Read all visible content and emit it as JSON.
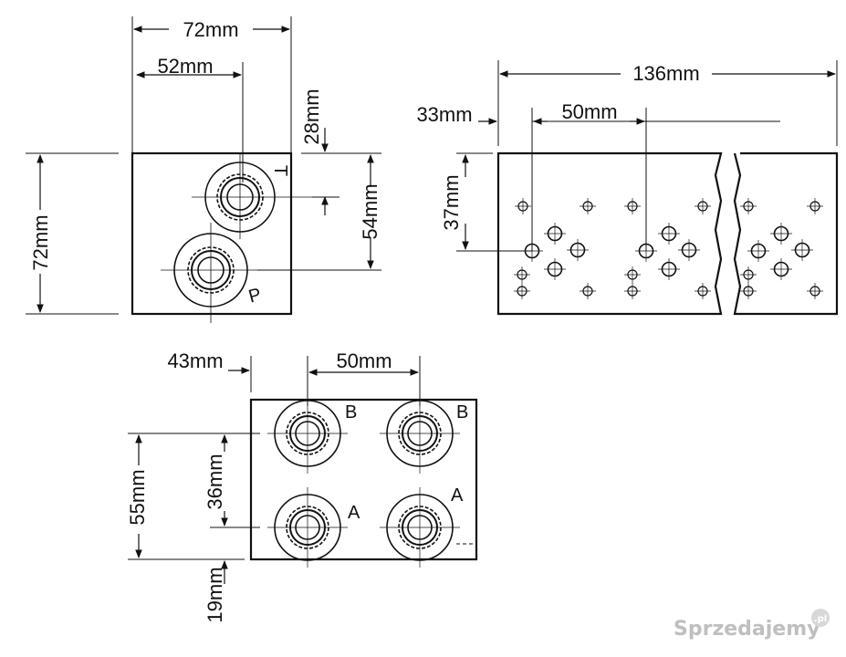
{
  "top_left_view": {
    "width_label": "72mm",
    "offset_label": "52mm",
    "height_label": "72mm",
    "t_offset_label": "28mm",
    "p_offset_label": "54mm",
    "port_t_label": "T",
    "port_p_label": "P"
  },
  "top_right_view": {
    "length_label": "136mm",
    "first_offset_label": "33mm",
    "pitch_label": "50mm",
    "height_label": "37mm"
  },
  "bottom_view": {
    "left_offset_label": "43mm",
    "pitch_label": "50mm",
    "height_label": "55mm",
    "port_spacing_label": "36mm",
    "bottom_offset_label": "19mm",
    "port_labels": [
      "B",
      "B",
      "A",
      "A"
    ]
  },
  "watermark": {
    "brand": "Sprzedajemy",
    "tld": ".pl"
  }
}
